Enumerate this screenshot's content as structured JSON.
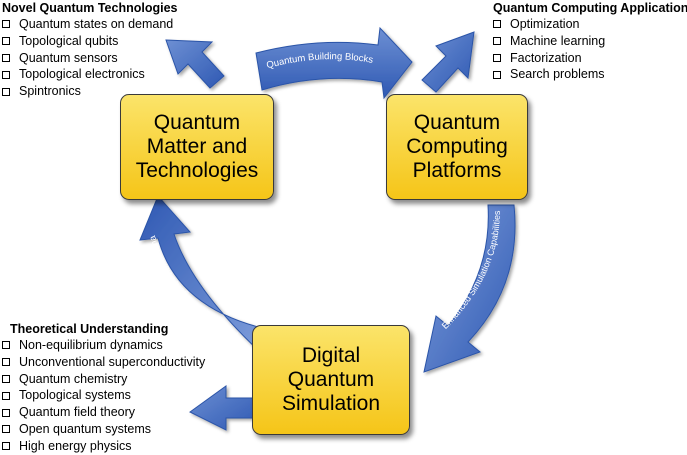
{
  "colors": {
    "arrow_light": "#6d8fd3",
    "arrow_dark": "#2f59b3",
    "box_top": "#fbe46a",
    "box_bottom": "#f5c518",
    "text_on_arrow": "#ffffff"
  },
  "lists": {
    "novel": {
      "title": "Novel Quantum Technologies",
      "items": [
        "Quantum states on demand",
        "Topological qubits",
        "Quantum sensors",
        "Topological electronics",
        "Spintronics"
      ]
    },
    "computing": {
      "title": "Quantum Computing Applications",
      "items": [
        "Optimization",
        "Machine learning",
        "Factorization",
        "Search problems"
      ]
    },
    "theory": {
      "title": "Theoretical Understanding",
      "items": [
        "Non-equilibrium dynamics",
        "Unconventional superconductivity",
        "Quantum chemistry",
        "Topological systems",
        "Quantum field theory",
        "Open quantum systems",
        "High energy physics"
      ]
    }
  },
  "boxes": {
    "matter": "Quantum\nMatter and\nTechnologies",
    "platforms": "Quantum\nComputing\nPlatforms",
    "simulation": "Digital\nQuantum\nSimulation"
  },
  "arrows": {
    "top": "Quantum Building Blocks",
    "right": "Enhanced Simulation Capabilities",
    "left": "Predicting Emergent Phenomena"
  }
}
